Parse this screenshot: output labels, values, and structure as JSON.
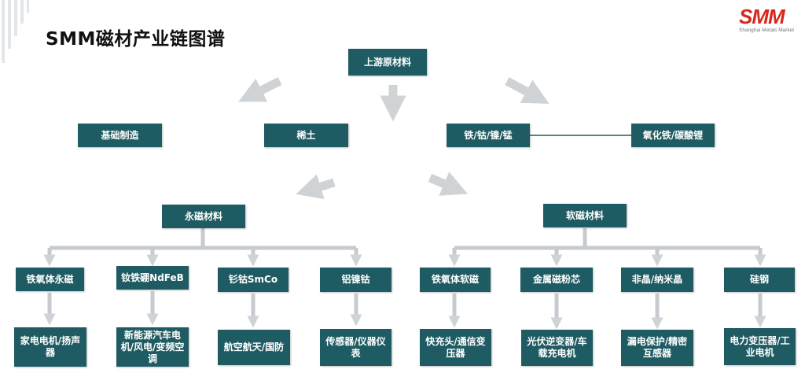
{
  "title": "SMM磁材产业链图谱",
  "logo": {
    "mark": "SMM",
    "subtitle": "Shanghai Metals Market"
  },
  "colors": {
    "node_bg": "#1f5b62",
    "arrow": "#cfd3d6",
    "connector": "#c7cbcf",
    "logo_red": "#d9261c"
  },
  "nodes": {
    "upstream": "上游原材料",
    "basic_manufacturing": "基础制造",
    "rare_earth": "稀土",
    "iron_cobalt_nickel_manganese": "铁/钴/镍/锰",
    "iron_oxide_lithium_carbonate": "氧化铁/碳酸锂",
    "permanent_magnet": "永磁材料",
    "soft_magnet": "软磁材料",
    "ferrite_permanent": "铁氧体永磁",
    "ndfeb": "钕铁硼NdFeB",
    "smco": "钐钴SmCo",
    "alnico": "铝镍钴",
    "ferrite_soft": "铁氧体软磁",
    "metal_powder_core": "金属磁粉芯",
    "amorphous_nano": "非晶/纳米晶",
    "silicon_steel": "硅钢",
    "app_home_appliance": "家电电机/扬声器",
    "app_nev": "新能源汽车电机/风电/变频空调",
    "app_aerospace": "航空航天/国防",
    "app_sensors": "传感器/仪器仪表",
    "app_fast_charging": "快充头/通信变压器",
    "app_pv_inverter": "光伏逆变器/车载充电机",
    "app_leakage_protection": "漏电保护/精密互感器",
    "app_power_transformer": "电力变压器/工业电机"
  }
}
